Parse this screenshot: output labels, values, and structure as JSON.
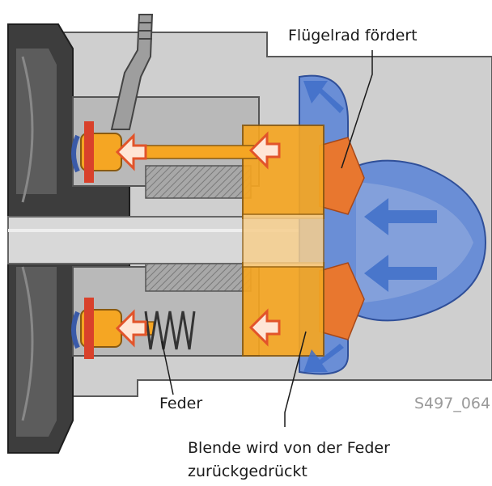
{
  "labels": {
    "impeller": "Flügelrad fördert",
    "spring": "Feder",
    "shutter_line1": "Blende wird von der Feder",
    "shutter_line2": "zurückgedrückt",
    "figure_code": "S497_064"
  },
  "colors": {
    "housing_dark": "#3d3d3d",
    "housing_mid": "#8f8f8f",
    "housing_light": "#d4d4d4",
    "flow_blue": "#5b7fc9",
    "flow_blue_light": "#8fa8dd",
    "shutter_orange": "#f5a623",
    "shutter_light": "#f7cf8e",
    "arrow_red": "#e2542a",
    "impeller_orange": "#e8772f",
    "seal_red": "#d9412b"
  },
  "icons": [
    "arrow-right-icon",
    "flow-arrow-icon",
    "spring-icon"
  ]
}
